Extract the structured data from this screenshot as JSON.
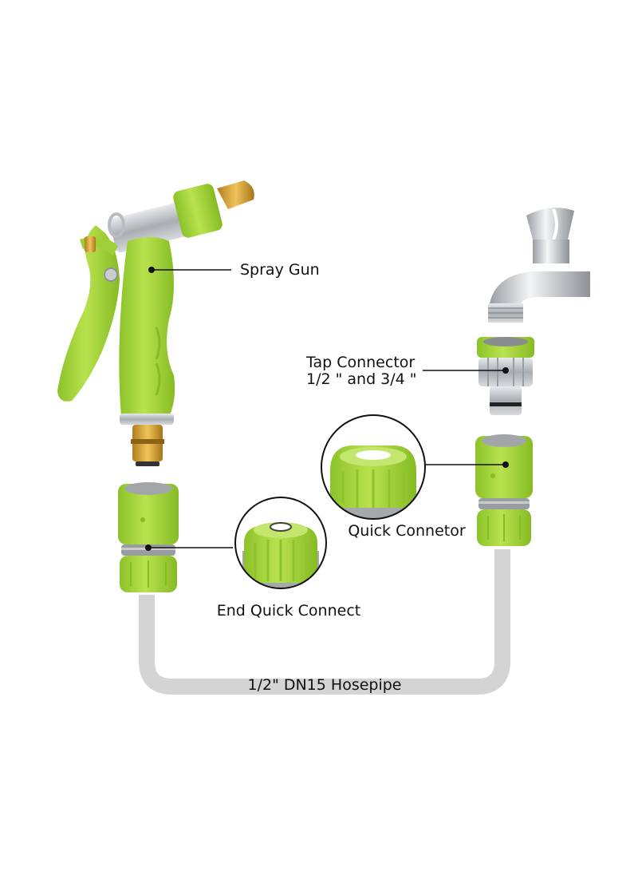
{
  "labels": {
    "spray_gun": "Spray Gun",
    "tap_connector_line1": "Tap Connector",
    "tap_connector_line2": "1/2 \" and 3/4 \"",
    "quick_connector": "Quick Connetor",
    "end_quick_connect": "End Quick Connect",
    "hosepipe": "1/2\" DN15 Hosepipe"
  },
  "colors": {
    "lime_green": "#a6d93b",
    "dark_lime": "#7fae1f",
    "hose_gray": "#d4d4d4",
    "metal_silver": "#bfc3c7",
    "brass": "#d4a23a",
    "leader_line": "#111111"
  }
}
